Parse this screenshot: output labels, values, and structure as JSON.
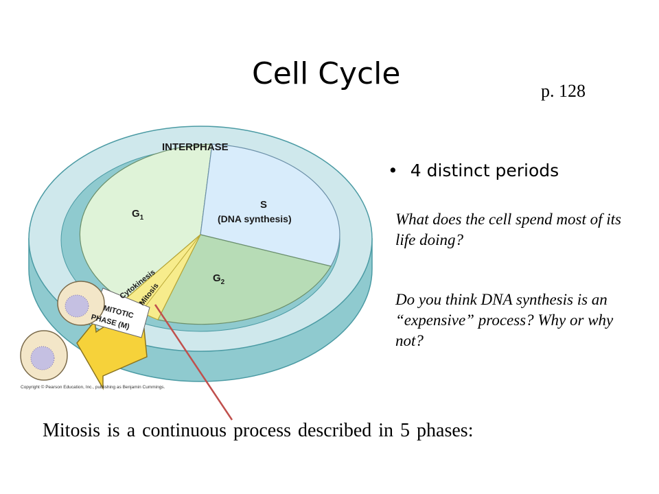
{
  "slide": {
    "title": "Cell Cycle",
    "page_ref": "p. 128",
    "bullet": "4 distinct periods",
    "question_1": "What does the cell spend most of its life doing?",
    "question_2": "Do you think DNA synthesis is an “expensive” process? Why or why not?",
    "bottom_text": "Mitosis is a continuous process described in 5 phases:"
  },
  "diagram": {
    "interphase_label": "INTERPHASE",
    "g1_label": "G",
    "g1_sub": "1",
    "s_label": "S",
    "s_sub_label": "(DNA synthesis)",
    "g2_label": "G",
    "g2_sub": "2",
    "cytokinesis_label": "Cytokinesis",
    "mitosis_label": "Mitosis",
    "mitotic_label_1": "MITOTIC",
    "mitotic_label_2": "PHASE (M)",
    "copyright": "Copyright © Pearson Education, Inc., publishing as Benjamin Cummings.",
    "colors": {
      "ring": "#cfe8ec",
      "ring_side": "#8fcacf",
      "g1": "#dff3d8",
      "s": "#d8ecfb",
      "g2": "#b7dcb6",
      "mitotic": "#f7ec8c",
      "arrow": "#f6d23a",
      "cell": "#f3e6c8",
      "nucleus": "#c5c0e2",
      "pointer": "#c0504d"
    }
  }
}
